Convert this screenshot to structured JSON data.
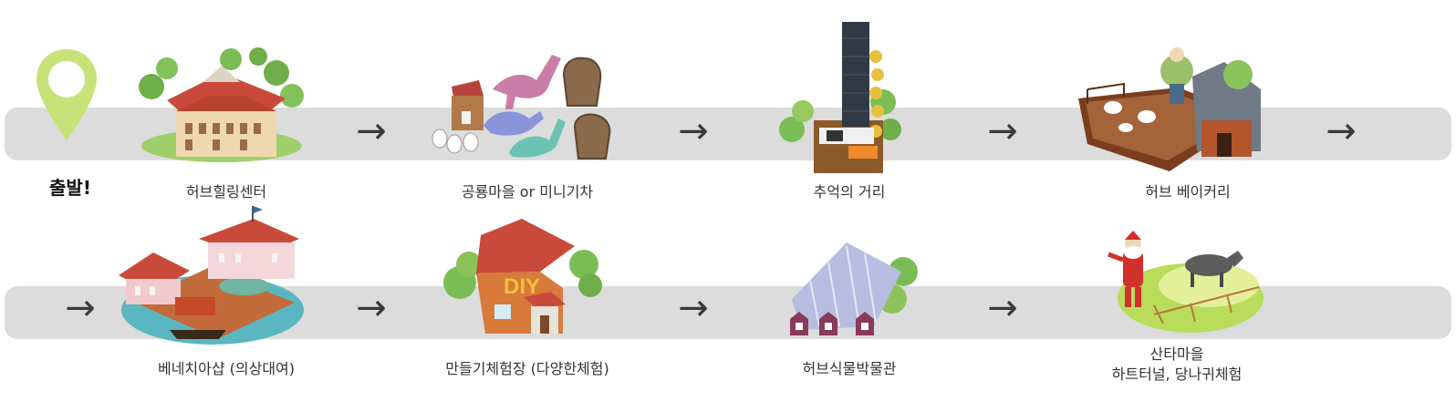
{
  "start_label": "출발!",
  "arrow_glyph": "→",
  "pin_color": "#c8e27a",
  "band_color": "#dcdcdc",
  "stops_row1": [
    {
      "label": "허브힐링센터"
    },
    {
      "label": "공룡마을 or 미니기차"
    },
    {
      "label": "추억의 거리"
    },
    {
      "label": "허브 베이커리"
    }
  ],
  "stops_row2": [
    {
      "label": "베네치아샵 (의상대여)"
    },
    {
      "label": "만들기체험장 (다양한체험)"
    },
    {
      "label": "허브식물박물관"
    },
    {
      "label_line1": "산타마을",
      "label_line2": "하트터널, 당나귀체험"
    }
  ],
  "diy_sign": "DIY"
}
